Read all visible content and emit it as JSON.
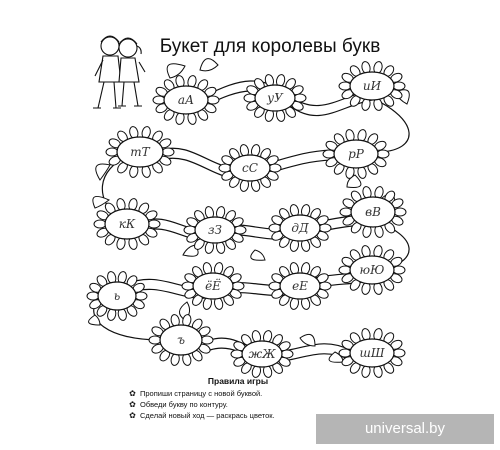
{
  "title": "Букет для королевы букв",
  "flowers": [
    {
      "id": "a",
      "label": "аА"
    },
    {
      "id": "u",
      "label": "уУ"
    },
    {
      "id": "i",
      "label": "иИ"
    },
    {
      "id": "t",
      "label": "тТ"
    },
    {
      "id": "s",
      "label": "сС"
    },
    {
      "id": "r",
      "label": "рР"
    },
    {
      "id": "k",
      "label": "кК"
    },
    {
      "id": "z",
      "label": "зЗ"
    },
    {
      "id": "d",
      "label": "дД"
    },
    {
      "id": "v",
      "label": "вВ"
    },
    {
      "id": "soft",
      "label": "ь"
    },
    {
      "id": "yo",
      "label": "ёЁ"
    },
    {
      "id": "e",
      "label": "еЕ"
    },
    {
      "id": "yu",
      "label": "юЮ"
    },
    {
      "id": "hard",
      "label": "ъ"
    },
    {
      "id": "zh",
      "label": "жЖ"
    },
    {
      "id": "sh",
      "label": "шШ"
    }
  ],
  "rules": {
    "title": "Правила игры",
    "items": [
      "Пропиши страницу с новой буквой.",
      "Обведи букву по контуру.",
      "Сделай новый ход — раскрась цветок."
    ]
  },
  "watermark": "universal.by",
  "colors": {
    "ink": "#111111",
    "watermark_bg": "#7a7a7a"
  }
}
